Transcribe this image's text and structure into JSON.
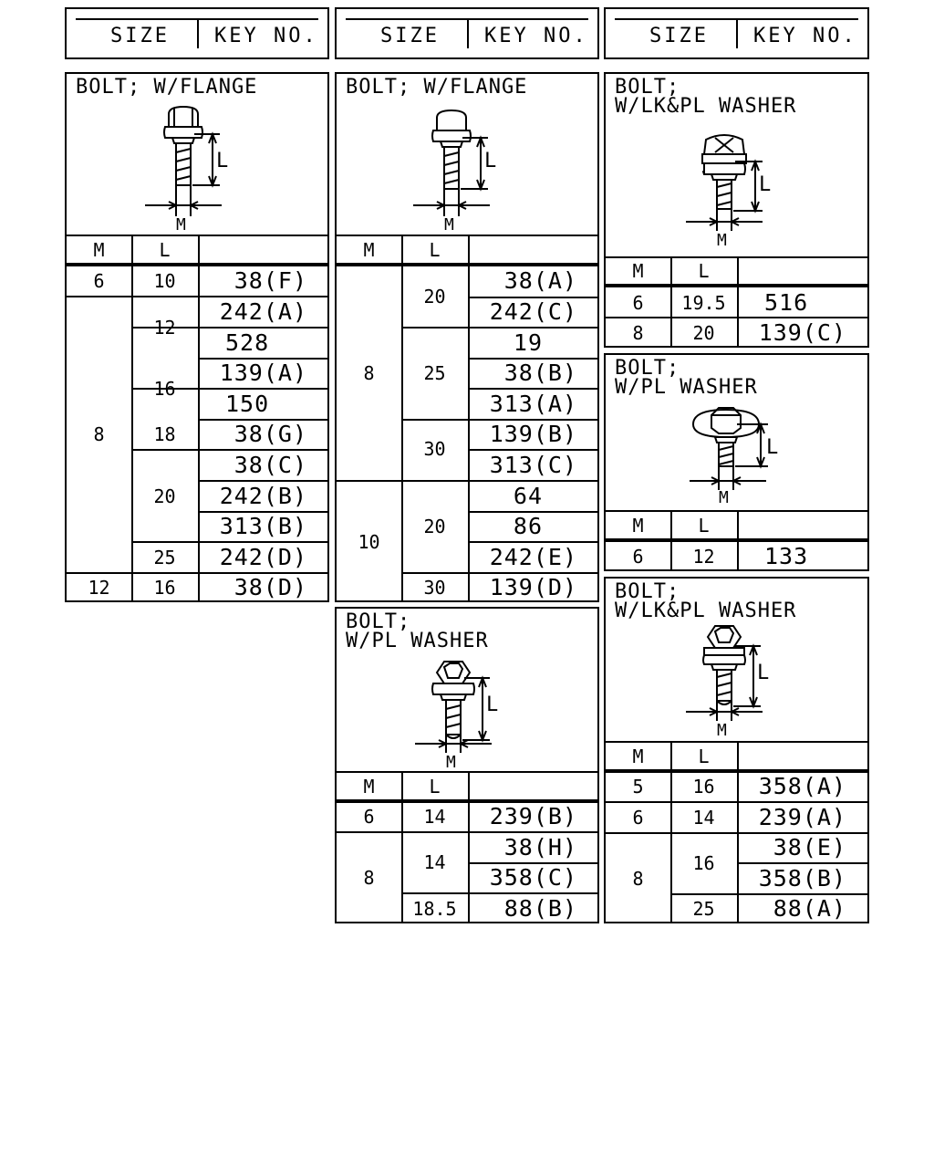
{
  "headers": [
    {
      "size": "SIZE",
      "key": "KEY NO."
    },
    {
      "size": "SIZE",
      "key": "KEY NO."
    },
    {
      "size": "SIZE",
      "key": "KEY NO."
    }
  ],
  "columns": {
    "m": "M",
    "l": "L"
  },
  "diagram_labels": {
    "length": "L",
    "diameter": "M"
  },
  "sections": {
    "a": {
      "title": "BOLT; W/FLANGE",
      "rows": [
        {
          "m": "6",
          "l": "10",
          "keys": [
            "38(F)"
          ]
        },
        {
          "m": "8",
          "l": "12",
          "keys": [
            "242(A)",
            "528"
          ]
        },
        {
          "l": "16",
          "keys": [
            "139(A)",
            "150"
          ]
        },
        {
          "l": "18",
          "keys": [
            "38(G)"
          ]
        },
        {
          "l": "20",
          "keys": [
            "38(C)",
            "242(B)",
            "313(B)"
          ]
        },
        {
          "l": "25",
          "keys": [
            "242(D)"
          ]
        },
        {
          "m": "12",
          "l": "16",
          "keys": [
            "38(D)"
          ]
        }
      ]
    },
    "b": {
      "title": "BOLT; W/FLANGE",
      "rows": [
        {
          "m": "8",
          "l": "20",
          "keys": [
            "38(A)",
            "242(C)"
          ]
        },
        {
          "l": "25",
          "keys": [
            "19",
            "38(B)",
            "313(A)"
          ]
        },
        {
          "l": "30",
          "keys": [
            "139(B)",
            "313(C)"
          ]
        },
        {
          "m": "10",
          "l": "20",
          "keys": [
            "64",
            "86",
            "242(E)"
          ]
        },
        {
          "l": "30",
          "keys": [
            "139(D)"
          ]
        }
      ]
    },
    "c": {
      "title": "BOLT;\nW/PL WASHER",
      "rows": [
        {
          "m": "6",
          "l": "14",
          "keys": [
            "239(B)"
          ]
        },
        {
          "m": "8",
          "l": "14",
          "keys": [
            "38(H)",
            "358(C)"
          ]
        },
        {
          "l": "18.5",
          "keys": [
            "88(B)"
          ]
        }
      ]
    },
    "d": {
      "title": "BOLT;\nW/LK&PL WASHER",
      "rows": [
        {
          "m": "6",
          "l": "19.5",
          "keys": [
            "516"
          ]
        },
        {
          "m": "8",
          "l": "20",
          "keys": [
            "139(C)"
          ]
        }
      ]
    },
    "e": {
      "title": "BOLT;\nW/PL WASHER",
      "rows": [
        {
          "m": "6",
          "l": "12",
          "keys": [
            "133"
          ]
        }
      ]
    },
    "f": {
      "title": "BOLT;\nW/LK&PL WASHER",
      "rows": [
        {
          "m": "5",
          "l": "16",
          "keys": [
            "358(A)"
          ]
        },
        {
          "m": "6",
          "l": "14",
          "keys": [
            "239(A)"
          ]
        },
        {
          "m": "8",
          "l": "16",
          "keys": [
            "38(E)",
            "358(B)"
          ]
        },
        {
          "l": "25",
          "keys": [
            "88(A)"
          ]
        }
      ]
    }
  }
}
